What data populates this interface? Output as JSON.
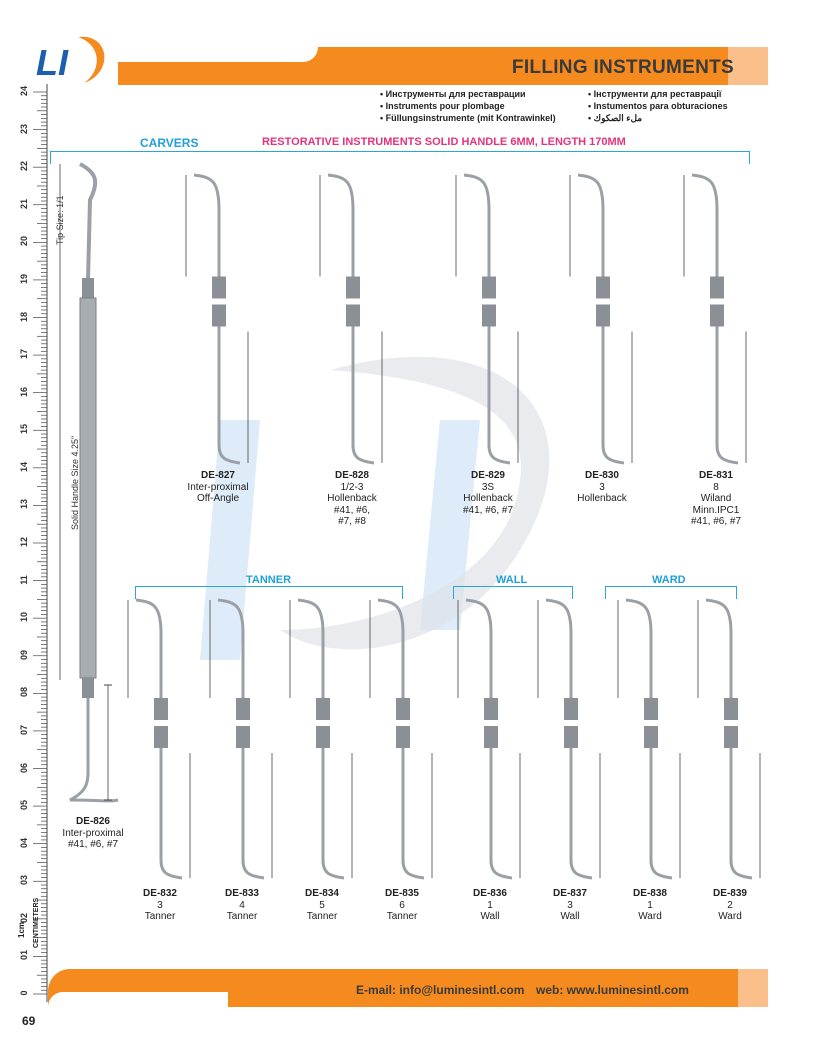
{
  "header": {
    "title": "FILLING INSTRUMENTS",
    "brand_logo": "LI",
    "translations_left": [
      "Инструменты для реставрации",
      "Instruments pour plombage",
      "Füllungsinstrumente (mit Kontrawinkel)"
    ],
    "translations_right": [
      "Інструменти для реставрації",
      "Instumentos para obturaciones",
      "ملء الصكوك"
    ]
  },
  "sections": {
    "carvers": "CARVERS",
    "spec": "RESTORATIVE INSTRUMENTS SOLID HANDLE 6MM, LENGTH 170MM",
    "tanner": "TANNER",
    "wall": "WALL",
    "ward": "WARD"
  },
  "main_instrument": {
    "tip_size": "Tip Size: 1/1",
    "handle_size": "Solid Handle Size 4.25\"",
    "code": "DE-826",
    "lines": [
      "Inter-proximal",
      "#41, #6, #7"
    ]
  },
  "row1": [
    {
      "code": "DE-827",
      "lines": [
        "Inter-proximal",
        "Off-Angle"
      ]
    },
    {
      "code": "DE-828",
      "lines": [
        "1/2-3",
        "Hollenback",
        "#41, #6,",
        "#7, #8"
      ]
    },
    {
      "code": "DE-829",
      "lines": [
        "3S",
        "Hollenback",
        "#41, #6, #7"
      ]
    },
    {
      "code": "DE-830",
      "lines": [
        "3",
        "Hollenback"
      ]
    },
    {
      "code": "DE-831",
      "lines": [
        "8",
        "Wiland",
        "Minn.IPC1",
        "#41, #6, #7"
      ]
    }
  ],
  "row2": [
    {
      "code": "DE-832",
      "lines": [
        "3",
        "Tanner"
      ]
    },
    {
      "code": "DE-833",
      "lines": [
        "4",
        "Tanner"
      ]
    },
    {
      "code": "DE-834",
      "lines": [
        "5",
        "Tanner"
      ]
    },
    {
      "code": "DE-835",
      "lines": [
        "6",
        "Tanner"
      ]
    },
    {
      "code": "DE-836",
      "lines": [
        "1",
        "Wall"
      ]
    },
    {
      "code": "DE-837",
      "lines": [
        "3",
        "Wall"
      ]
    },
    {
      "code": "DE-838",
      "lines": [
        "1",
        "Ward"
      ]
    },
    {
      "code": "DE-839",
      "lines": [
        "2",
        "Ward"
      ]
    }
  ],
  "ruler": {
    "numbers": [
      "24",
      "23",
      "22",
      "21",
      "20",
      "19",
      "18",
      "17",
      "16",
      "15",
      "14",
      "13",
      "12",
      "11",
      "10",
      "09",
      "08",
      "07",
      "06",
      "05",
      "04",
      "03",
      "02",
      "01",
      "0"
    ],
    "unit_marker": "1cm",
    "unit": "CENTIMETERS"
  },
  "footer": {
    "email": "E-mail: info@luminesintl.com",
    "web": "web: www.luminesintl.com",
    "page_number": "69"
  },
  "colors": {
    "orange": "#f58a1f",
    "peach": "#fbbf8c",
    "blue": "#1fa0d8",
    "pink": "#e3337d"
  }
}
